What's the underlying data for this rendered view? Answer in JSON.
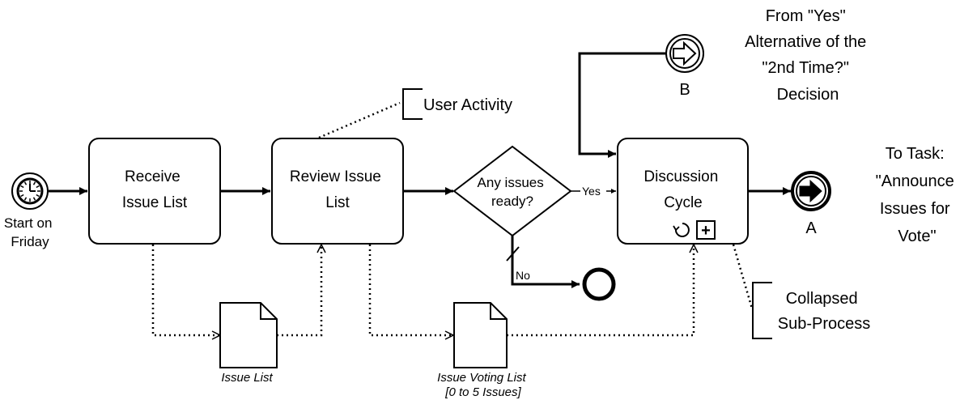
{
  "start_event": {
    "label_lines": [
      "Start on",
      "Friday"
    ]
  },
  "tasks": {
    "receive": {
      "lines": [
        "Receive",
        "Issue List"
      ]
    },
    "review": {
      "lines": [
        "Review Issue",
        "List"
      ]
    },
    "discussion": {
      "lines": [
        "Discussion",
        "Cycle"
      ]
    }
  },
  "gateway": {
    "lines": [
      "Any issues",
      "ready?"
    ]
  },
  "flow_labels": {
    "yes": "Yes",
    "no": "No"
  },
  "annotations": {
    "user_activity": "User Activity",
    "collapsed": [
      "Collapsed",
      "Sub-Process"
    ]
  },
  "data_objects": {
    "issue_list": {
      "lines": [
        "Issue List"
      ]
    },
    "voting_list": {
      "lines": [
        "Issue Voting  List",
        "[0 to 5 Issues]"
      ]
    }
  },
  "link_events": {
    "B": {
      "letter": "B",
      "note_lines": [
        "From \"Yes\"",
        "Alternative of the",
        "\"2nd Time?\"",
        "Decision"
      ]
    },
    "A": {
      "letter": "A",
      "note_lines": [
        "To Task:",
        "\"Announce",
        "Issues for",
        "Vote\""
      ]
    }
  },
  "sub_process_marker": "+"
}
